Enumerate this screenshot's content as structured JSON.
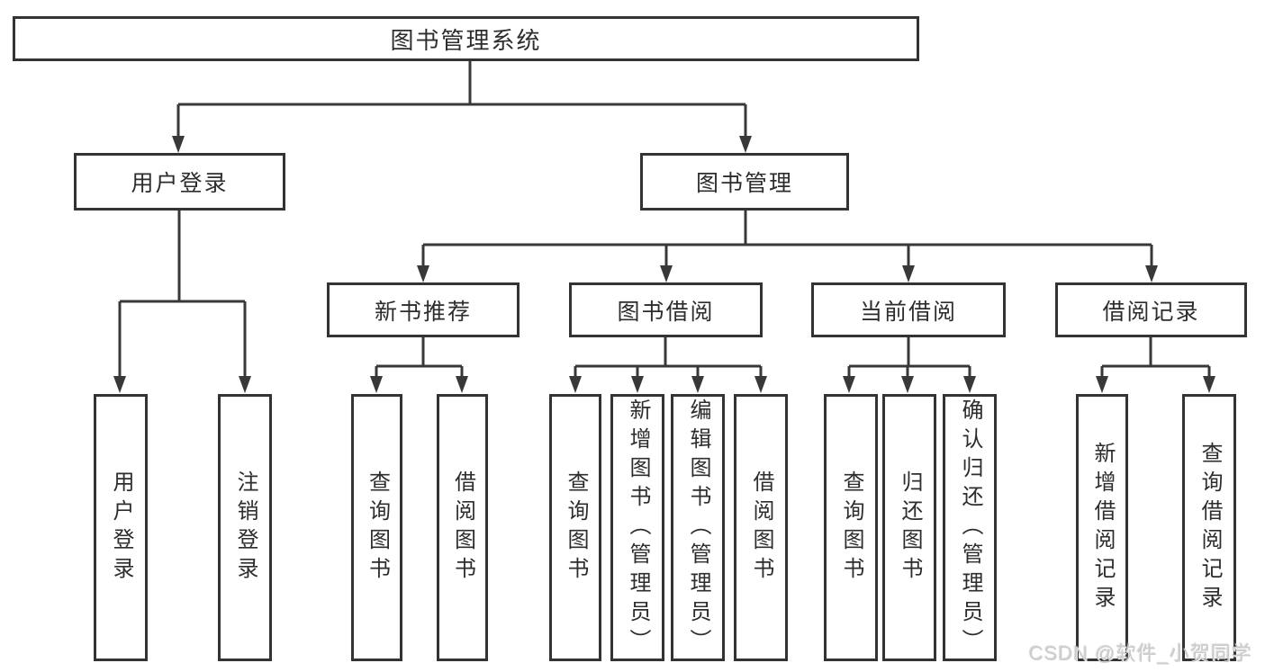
{
  "diagram": {
    "title": "图书管理系统",
    "nodes": {
      "root": "图书管理系统",
      "userLogin": "用户登录",
      "bookMgmt": "图书管理",
      "newBookRec": "新书推荐",
      "bookBorrow": "图书借阅",
      "currentBorrow": "当前借阅",
      "borrowRecords": "借阅记录",
      "leafUserLogin": "用户登录",
      "leafLogout": "注销登录",
      "leafQueryBook1": "查询图书",
      "leafBorrowBook1": "借阅图书",
      "leafQueryBook2": "查询图书",
      "leafAddBook": "新增图书（管理员）",
      "leafEditBook": "编辑图书（管理员）",
      "leafBorrowBook2": "借阅图书",
      "leafQueryBook3": "查询图书",
      "leafReturnBook": "归还图书",
      "leafConfirmReturn": "确认归还（管理员）",
      "leafAddRecord": "新增借阅记录",
      "leafQueryRecord": "查询借阅记录"
    }
  },
  "watermark": "CSDN @软件_小贺同学",
  "colors": {
    "line": "#383838",
    "border": "#333333",
    "text": "#2d2d2d",
    "background": "#ffffff",
    "watermark": "#cccccc"
  }
}
